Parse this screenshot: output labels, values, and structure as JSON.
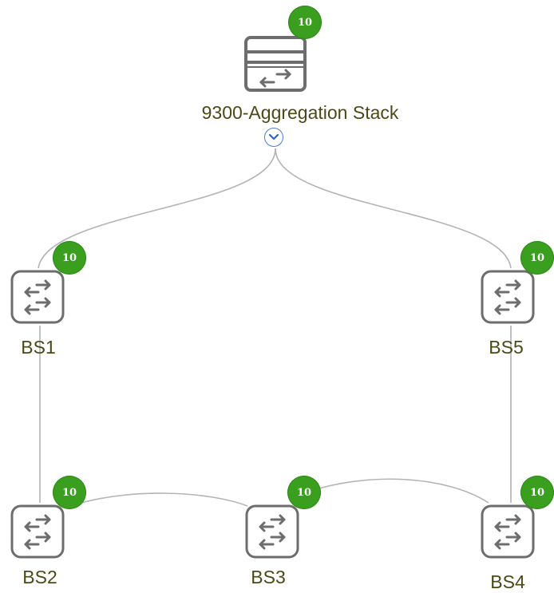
{
  "aggregation": {
    "name": "9300-Aggregation Stack",
    "badge": "10",
    "icon": "switch-stack-icon",
    "expand_icon": "chevron-down-icon"
  },
  "switches": [
    {
      "id": "bs1",
      "name": "BS1",
      "badge": "10"
    },
    {
      "id": "bs5",
      "name": "BS5",
      "badge": "10"
    },
    {
      "id": "bs2",
      "name": "BS2",
      "badge": "10"
    },
    {
      "id": "bs3",
      "name": "BS3",
      "badge": "10"
    },
    {
      "id": "bs4",
      "name": "BS4",
      "badge": "10"
    }
  ],
  "links": [
    [
      "aggregation",
      "bs1"
    ],
    [
      "aggregation",
      "bs5"
    ],
    [
      "bs1",
      "bs2"
    ],
    [
      "bs5",
      "bs4"
    ],
    [
      "bs2",
      "bs3"
    ],
    [
      "bs3",
      "bs4"
    ]
  ],
  "colors": {
    "badge": "#3a9e1f",
    "link": "#b4b4b4",
    "label": "#4a4a16",
    "icon_stroke": "#6d6d6d",
    "expand": "#4a7fd1"
  }
}
